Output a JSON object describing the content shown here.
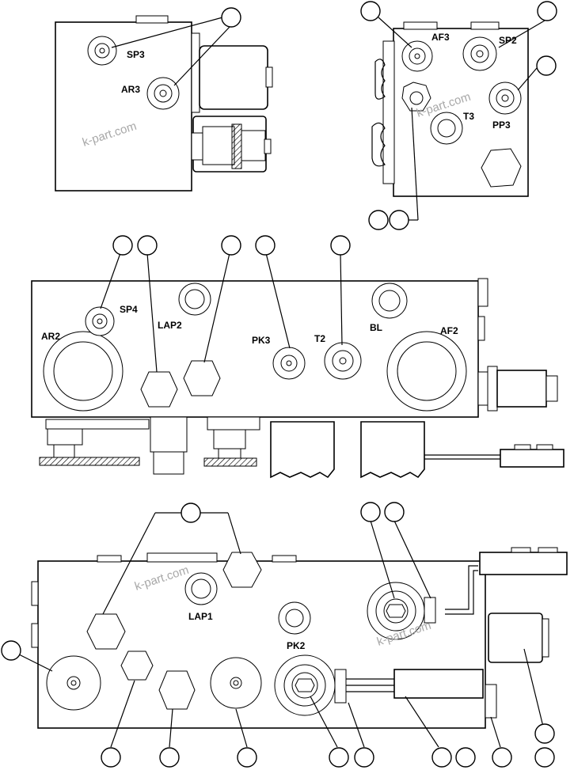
{
  "watermark": "k-part.com",
  "views": {
    "top_left": {
      "labels": {
        "sp3": "SP3",
        "ar3": "AR3"
      }
    },
    "top_right": {
      "labels": {
        "af3": "AF3",
        "sp2": "SP2",
        "t3": "T3",
        "pp3": "PP3"
      }
    },
    "middle": {
      "labels": {
        "sp4": "SP4",
        "lap2": "LAP2",
        "ar2": "AR2",
        "pk3": "PK3",
        "t2": "T2",
        "bl": "BL",
        "af2": "AF2"
      }
    },
    "bottom": {
      "labels": {
        "lap1": "LAP1",
        "pk2": "PK2"
      }
    }
  },
  "colors": {
    "line": "#000000",
    "watermark": "#a8a8a8",
    "background": "#ffffff"
  }
}
